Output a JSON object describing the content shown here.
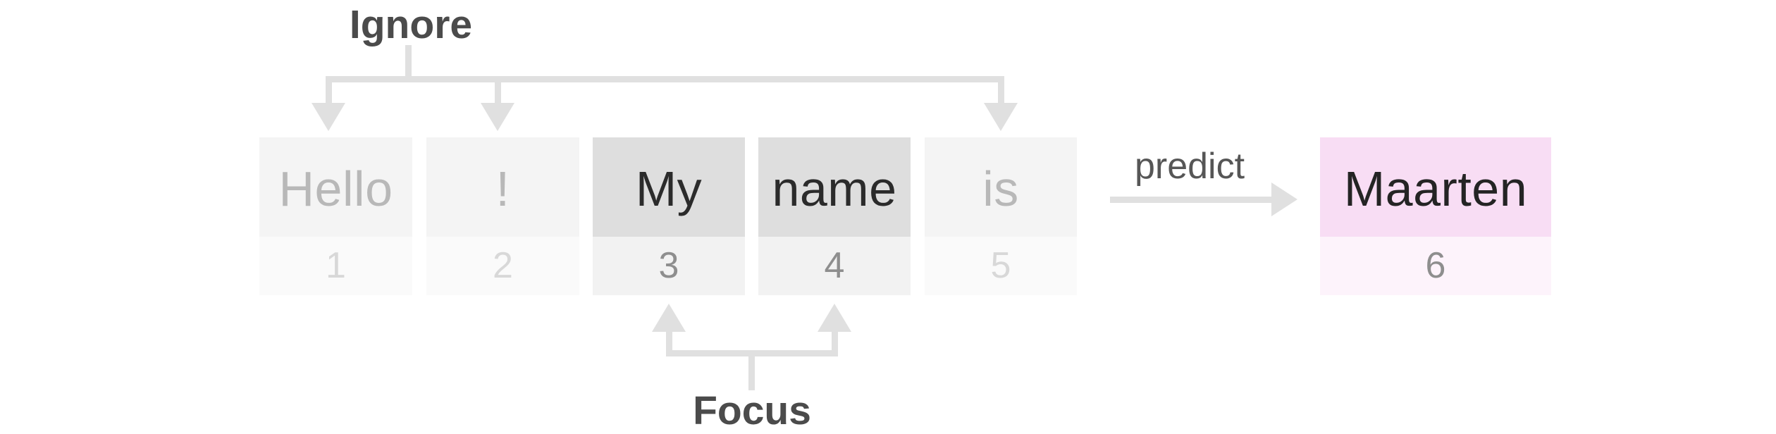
{
  "diagram": {
    "ignore_label": "Ignore",
    "focus_label": "Focus",
    "predict_label": "predict",
    "tokens": [
      {
        "word": "Hello",
        "index": "1",
        "state": "ignore"
      },
      {
        "word": "!",
        "index": "2",
        "state": "ignore"
      },
      {
        "word": "My",
        "index": "3",
        "state": "focus"
      },
      {
        "word": "name",
        "index": "4",
        "state": "focus"
      },
      {
        "word": "is",
        "index": "5",
        "state": "ignore"
      },
      {
        "word": "Maarten",
        "index": "6",
        "state": "predicted"
      }
    ],
    "colors": {
      "ignore_word_bg": "#f4f4f4",
      "ignore_word_text": "#b8b8b8",
      "ignore_index_bg": "#fafafa",
      "ignore_index_text": "#d8d8d8",
      "focus_word_bg": "#dedede",
      "focus_word_text": "#2b2b2b",
      "focus_index_bg": "#f2f2f2",
      "focus_index_text": "#8e8e8e",
      "predicted_word_bg": "#f8ddf4",
      "predicted_word_text": "#242424",
      "predicted_index_bg": "#fdf3fb",
      "predicted_index_text": "#8e8e8e",
      "connector": "#e0e0e0",
      "bracket_label_text": "#4b4b4b",
      "predict_label_text": "#565656"
    }
  }
}
